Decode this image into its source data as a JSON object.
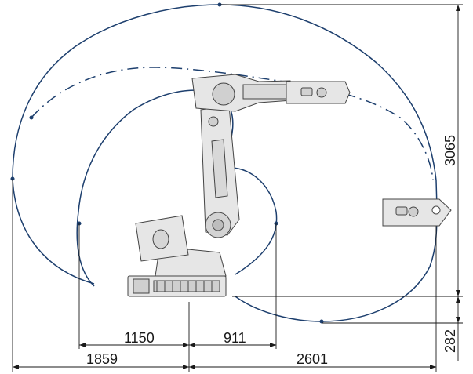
{
  "dimensions": {
    "reach_below_base": "282",
    "max_reach_height": "3065",
    "inner_left_radius": "1150",
    "inner_right_radius": "911",
    "outer_left_radius": "1859",
    "outer_right_radius": "2601"
  },
  "colors": {
    "envelope": "#1d3f6e",
    "dimension_lines": "#1a1a1a",
    "robot_body": "#e6e6e6",
    "robot_outline": "#444444"
  }
}
